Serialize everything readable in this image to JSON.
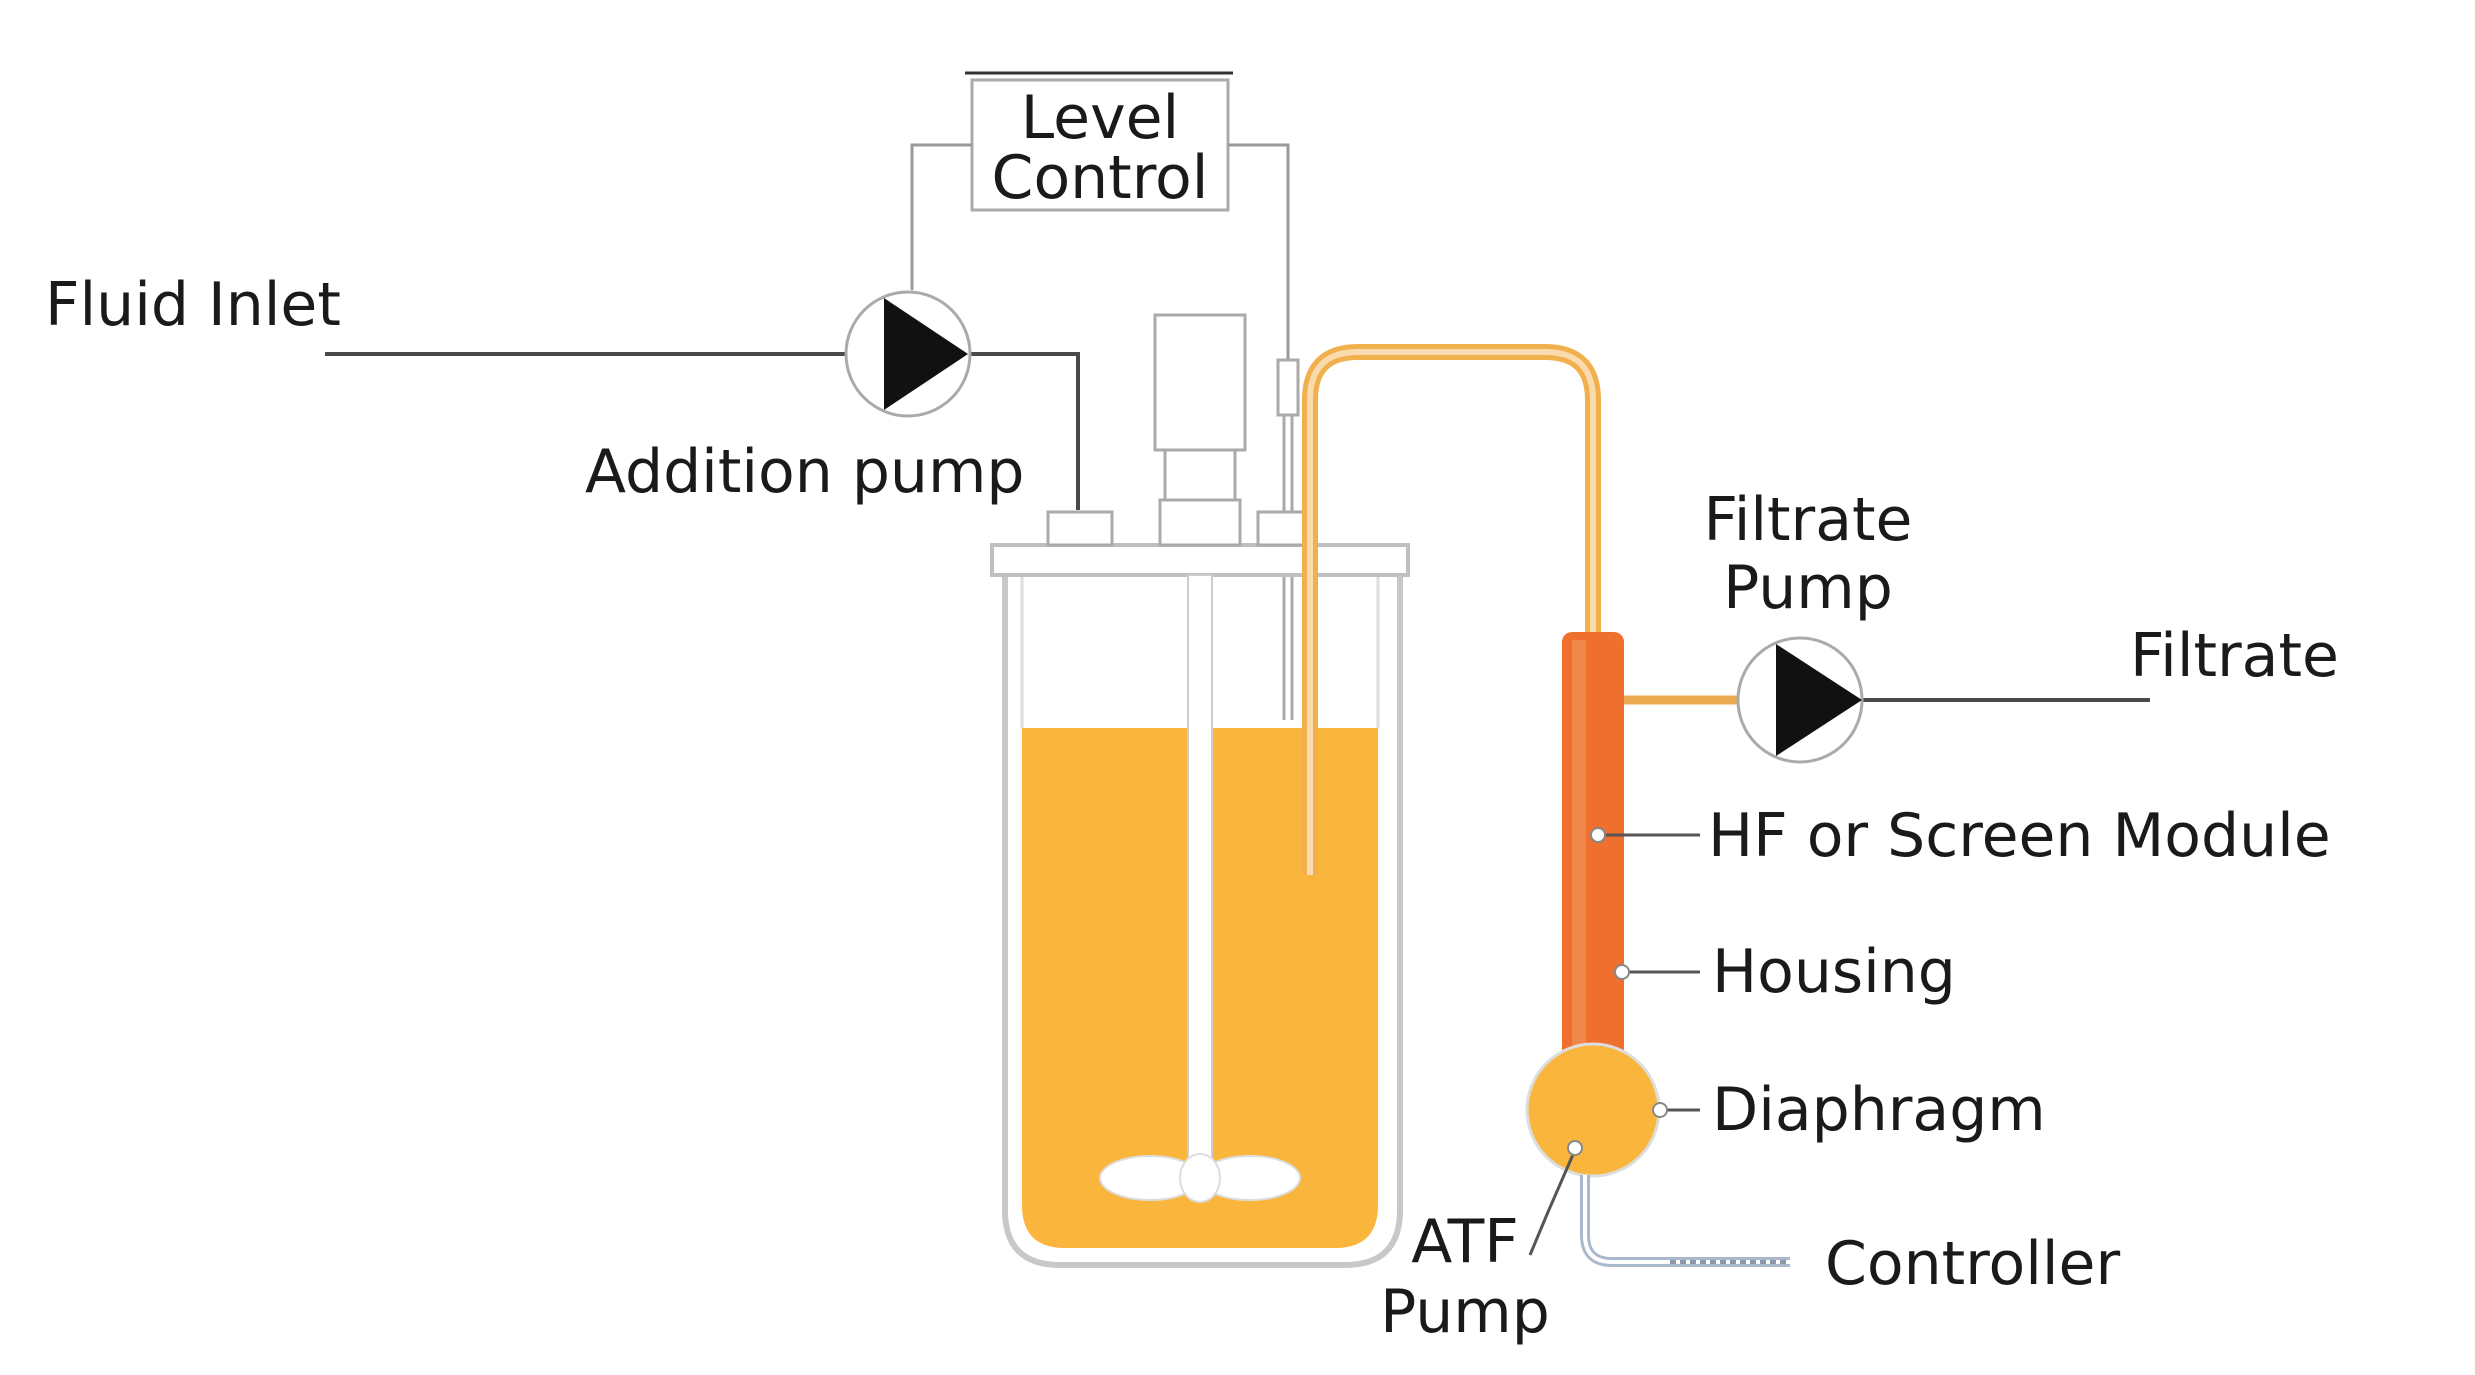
{
  "labels": {
    "level_control_line1": "Level",
    "level_control_line2": "Control",
    "fluid_inlet": "Fluid Inlet",
    "addition_pump": "Addition pump",
    "filtrate_pump_line1": "Filtrate",
    "filtrate_pump_line2": "Pump",
    "filtrate": "Filtrate",
    "hf_screen_module": "HF or Screen Module",
    "housing": "Housing",
    "diaphragm": "Diaphragm",
    "controller": "Controller",
    "atf_pump_line1": "ATF",
    "atf_pump_line2": "Pump"
  },
  "colors": {
    "culture_fluid": "#f9b53c",
    "tubing": "#f2b04c",
    "filter_module": "#ee6f2e",
    "atf_pump_body": "#f9b53c",
    "vessel_outline": "#c8c8c8",
    "lines": "#999999",
    "pump_triangle": "#111111"
  }
}
